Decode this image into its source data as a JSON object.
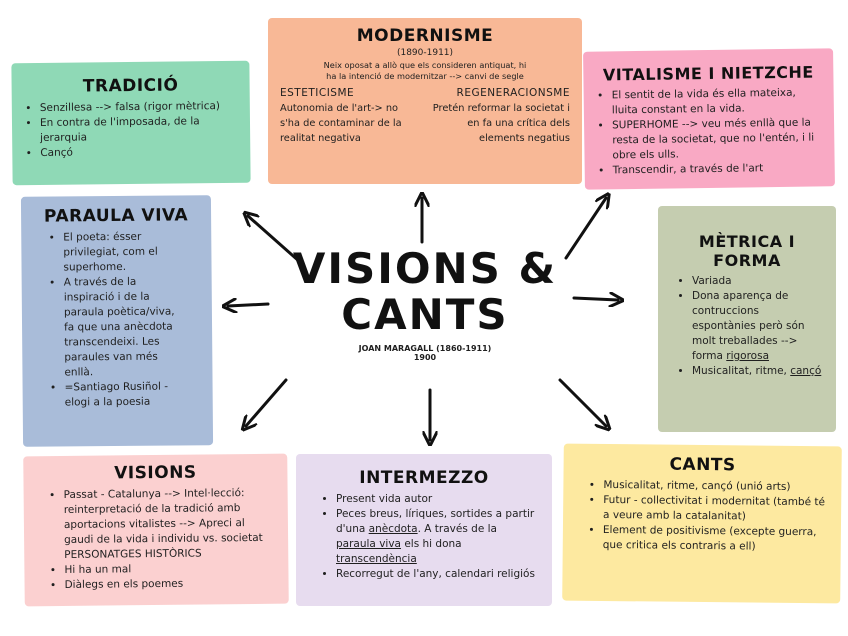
{
  "center": {
    "title_line1": "VISIONS &",
    "title_line2": "CANTS",
    "author": "JOAN MARAGALL (1860-1911)",
    "year": "1900"
  },
  "tradicio": {
    "title": "TRADICIÓ",
    "items": [
      "Senzillesa --> falsa (rigor mètrica)",
      "En contra de l'imposada, de la jerarquia",
      "Cançó"
    ]
  },
  "modernisme": {
    "title": "MODERNISME",
    "years": "(1890-1911)",
    "intro_line1": "Neix oposat a allò que els consideren antiquat, hi",
    "intro_line2": "ha la intenció de modernitzar --> canvi de segle",
    "left_head": "ESTETICISME",
    "left_text": "Autonomia de l'art-> no s'ha de contaminar de la realitat negativa",
    "right_head": "REGENERACIONSME",
    "right_text": "Pretén reformar la societat i en fa una crítica dels elements negatius"
  },
  "vitalisme": {
    "title": "VITALISME I NIETZCHE",
    "items": [
      "El sentit de la vida és ella mateixa, lluita constant en la vida.",
      "SUPERHOME --> veu més enllà que la resta de la societat, que no l'entén, i li obre els ulls.",
      "Transcendir, a través de l'art"
    ]
  },
  "paraula": {
    "title": "PARAULA VIVA",
    "items": [
      "El poeta: ésser privilegiat, com el superhome.",
      "A través de la inspiració i de la paraula poètica/viva, fa que una anècdota transcendeixi. Les paraules van més enllà.",
      "=Santiago Rusiñol - elogi a la poesia"
    ]
  },
  "metrica": {
    "title_line1": "MÈTRICA I",
    "title_line2": "FORMA",
    "item1": "Variada",
    "item2": "Dona aparença de contruccions espontànies però són molt treballades --> forma",
    "item2_u": "rigorosa",
    "item3": "Musicalitat, ritme,",
    "item3_u": "cançó"
  },
  "visions": {
    "title": "VISIONS",
    "items": [
      "Passat - Catalunya --> Intel·lecció: reinterpretació de la tradició amb aportacions vitalistes --> Apreci al gaudi de la vida i individu vs. societat PERSONATGES HISTÒRICS",
      "Hi ha un mal",
      "Diàlegs en els poemes"
    ]
  },
  "intermezzo": {
    "title": "INTERMEZZO",
    "item1": "Present vida autor",
    "item2_a": "Peces breus, líriques, sortides a partir d'una",
    "item2_u1": "anècdota",
    "item2_b": ". A través de la",
    "item2_u2": "paraula viva",
    "item2_c": "els hi dona",
    "item2_u3": "transcendència",
    "item3": "Recorregut de l'any, calendari religiós"
  },
  "cants": {
    "title": "CANTS",
    "items": [
      "Musicalitat, ritme, cançó (unió arts)",
      "Futur - collectivitat i modernitat (també té a veure amb la catalanitat)",
      "Element de positivisme (excepte guerra, que critica els contraris a ell)"
    ]
  }
}
